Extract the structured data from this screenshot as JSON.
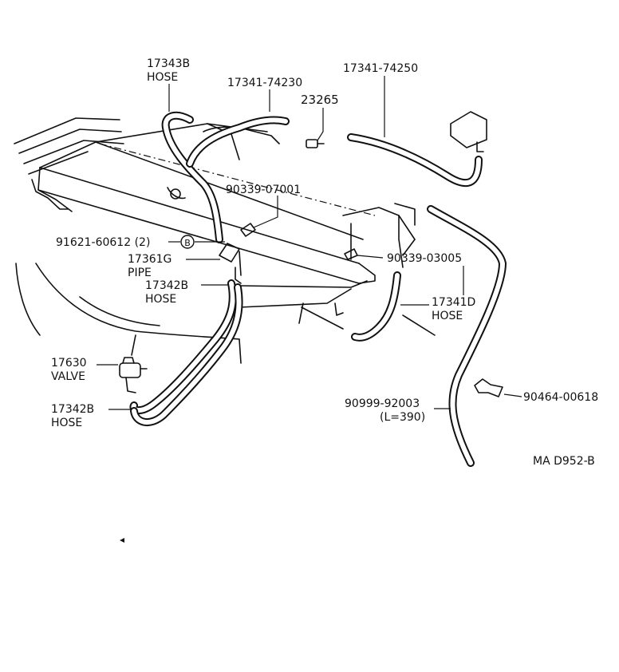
{
  "figure_code": "MA D952-B",
  "callout_marker": "B",
  "labels": {
    "hose_17343b": {
      "part": "17343B",
      "name": "HOSE"
    },
    "part_17341_74230": {
      "part": "17341-74230"
    },
    "part_23265": {
      "part": "23265"
    },
    "part_17341_74250": {
      "part": "17341-74250"
    },
    "part_90339_07001": {
      "part": "90339-07001"
    },
    "part_91621_60612": {
      "part": "91621-60612 (2)"
    },
    "pipe_17361g": {
      "part": "17361G",
      "name": "PIPE"
    },
    "hose_17342b_upper": {
      "part": "17342B",
      "name": "HOSE"
    },
    "part_90339_03005": {
      "part": "90339-03005"
    },
    "hose_17341d": {
      "part": "17341D",
      "name": "HOSE"
    },
    "valve_17630": {
      "part": "17630",
      "name": "VALVE"
    },
    "hose_17342b_lower": {
      "part": "17342B",
      "name": "HOSE"
    },
    "part_90999_92003": {
      "part": "90999-92003",
      "note": "(L=390)"
    },
    "part_90464_00618": {
      "part": "90464-00618"
    }
  }
}
